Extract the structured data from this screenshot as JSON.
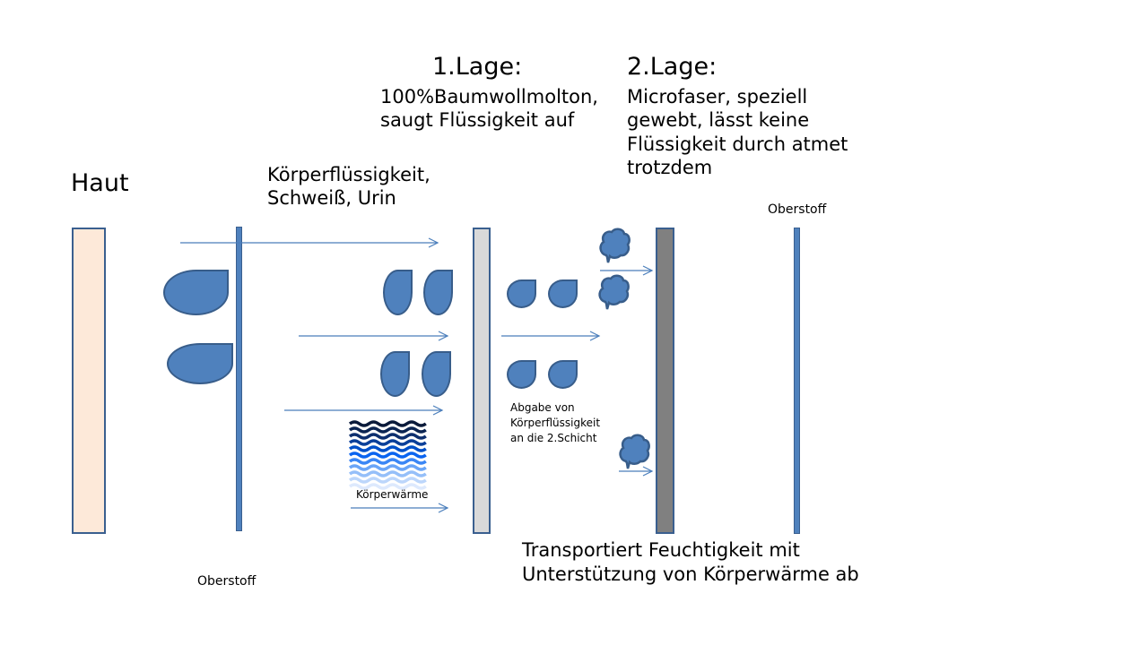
{
  "labels": {
    "haut": "Haut",
    "fluid": "Körperflüssigkeit,\nSchweiß, Urin",
    "layer1_title": "1.Lage:",
    "layer1_desc": "100%Baumwollmolton,\nsaugt Flüssigkeit auf",
    "layer2_title": "2.Lage:",
    "layer2_desc": "Microfaser, speziell\ngewebt, lässt keine\nFlüssigkeit durch atmet\ntrotzdem",
    "oberstoff_right": "Oberstoff",
    "oberstoff_left": "Oberstoff",
    "body_heat": "Körperwärme",
    "release": "Abgabe von\nKörperflüssigkeit\nan die 2.Schicht",
    "transport": "Transportiert Feuchtigkeit mit\nUnterstützung von Körperwärme ab"
  },
  "colors": {
    "skin": "#fde9d9",
    "layer1": "#d9d9d9",
    "layer2": "#808080",
    "drop": "#4f81bd",
    "outline": "#385d8a",
    "arrow": "#4a7ebb"
  }
}
